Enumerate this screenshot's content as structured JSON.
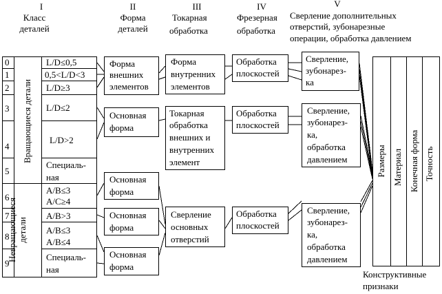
{
  "headers": {
    "col1": {
      "numeral": "I",
      "line1": "Класс",
      "line2": "деталей"
    },
    "col2": {
      "numeral": "II",
      "line1": "Форма",
      "line2": "деталей"
    },
    "col3": {
      "numeral": "III",
      "line1": "Токарная",
      "line2": "обработка"
    },
    "col4": {
      "numeral": "IV",
      "line1": "Фрезерная",
      "line2": "обработка"
    },
    "col5": {
      "numeral": "V",
      "line1": "Сверление дополнительных",
      "line2": "отверстий, зубонарезные",
      "line3": "операции, обработка давлением"
    }
  },
  "classes": {
    "numbers": [
      "0",
      "1",
      "2",
      "3",
      "4",
      "5",
      "6",
      "7",
      "8",
      "9"
    ],
    "rotating_label": "Вращающиеся детали",
    "nonrotating_label1": "Невращающиеся",
    "nonrotating_label2": "детали",
    "conditions": {
      "c0": "L/D≤0,5",
      "c1": "0,5<L/D<3",
      "c2": "L/D≥3",
      "c3": "L/D≤2",
      "c4": "L/D>2",
      "c5a": "Специаль-",
      "c5b": "ная",
      "c6a": "A/B≤3",
      "c6b": "A/C≥4",
      "c7": "A/B>3",
      "c8a": "A/B≤3",
      "c8b": "A/B≤4",
      "c9a": "Специаль-",
      "c9b": "ная"
    }
  },
  "form_boxes": [
    {
      "l1": "Форма",
      "l2": "внешних",
      "l3": "элементов"
    },
    {
      "l1": "Основная",
      "l2": "форма"
    },
    {
      "l1": "Основная",
      "l2": "форма"
    },
    {
      "l1": "Основная",
      "l2": "форма"
    },
    {
      "l1": "Основная",
      "l2": "форма"
    }
  ],
  "turning_boxes": [
    {
      "l1": "Форма",
      "l2": "внутренних",
      "l3": "элементов"
    },
    {
      "l1": "Токарная",
      "l2": "обработка",
      "l3": "внешних и",
      "l4": "внутренних",
      "l5": "элемент"
    },
    {
      "l1": "Сверление",
      "l2": "основных",
      "l3": "отверстий"
    }
  ],
  "milling_boxes": [
    {
      "l1": "Обработка",
      "l2": "плоскостей"
    },
    {
      "l1": "Обработка",
      "l2": "плоскостей"
    },
    {
      "l1": "Обработка",
      "l2": "плоскостей"
    }
  ],
  "drilling_boxes": [
    {
      "l1": "Сверление,",
      "l2": "зубонарез-",
      "l3": "ка"
    },
    {
      "l1": "Сверление,",
      "l2": "зубонарез-",
      "l3": "ка,",
      "l4": "обработка",
      "l5": "давлением"
    },
    {
      "l1": "Сверление,",
      "l2": "зубонарез-",
      "l3": "ка,",
      "l4": "обработка",
      "l5": "давлением"
    }
  ],
  "features": {
    "items": [
      "Размеры",
      "Материал",
      "Конечная форма",
      "Точность"
    ],
    "caption1": "Конструктивные",
    "caption2": "признаки"
  }
}
